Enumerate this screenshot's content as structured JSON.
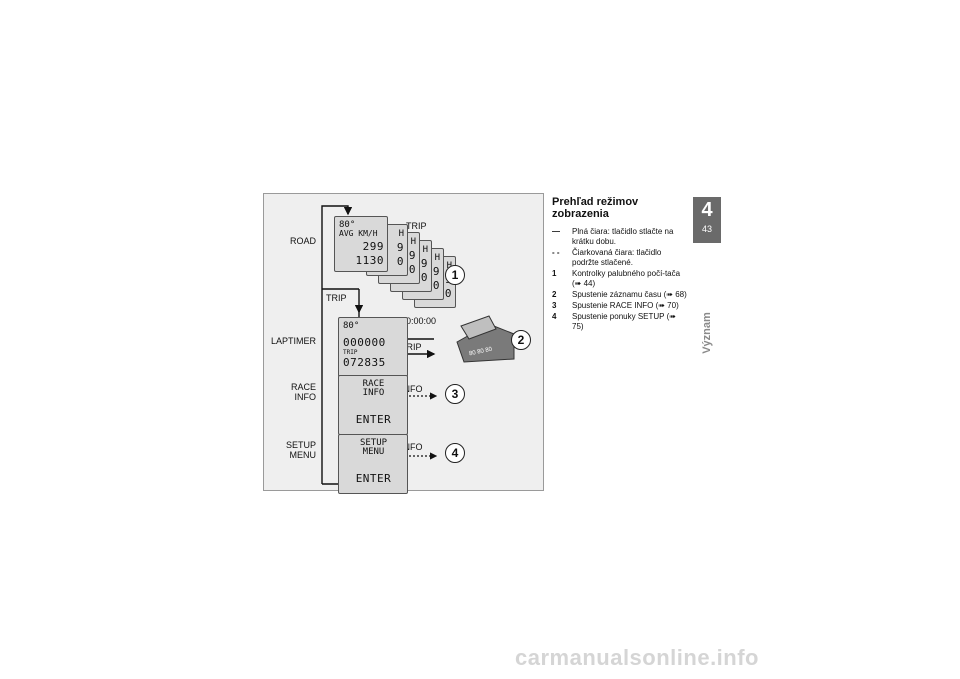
{
  "figure": {
    "modes": {
      "road": "ROAD",
      "laptimer": "LAPTIMER",
      "race_info": "RACE\nINFO",
      "setup_menu": "SETUP\nMENU"
    },
    "labels": {
      "trip": "TRIP",
      "info": "INFO",
      "time": "00:00:00"
    },
    "lcd": {
      "road": {
        "line1": "80°",
        "line2": "AVG  KM/H",
        "line3": "299",
        "line4": "1130"
      },
      "road_stack_segment": "H",
      "road_stack_digit": "9",
      "road_stack_zero": "0",
      "laptimer": {
        "line1": "80°",
        "line2": "000000",
        "line3": "072835",
        "line4": "TRIP"
      },
      "race_info": {
        "line1": "RACE",
        "line2": "INFO",
        "line3": "ENTER"
      },
      "setup_menu": {
        "line1": "SETUP",
        "line2": "MENU",
        "line3": "ENTER"
      },
      "handlebar_markings": "80 80 80"
    },
    "callouts": [
      "1",
      "2",
      "3",
      "4"
    ]
  },
  "text": {
    "heading": "Prehľad režimov zobrazenia",
    "legend": [
      {
        "key": "—",
        "text": "Plná čiara: tlačidlo stlačte na krátku dobu."
      },
      {
        "key": "- -",
        "text": "Čiarkovaná čiara: tlačidlo podržte stlačené."
      },
      {
        "key": "1",
        "text": "Kontrolky palubného počí-tača (➠ 44)"
      },
      {
        "key": "2",
        "text": "Spustenie záznamu času (➠ 68)"
      },
      {
        "key": "3",
        "text": "Spustenie RACE INFO (➠ 70)"
      },
      {
        "key": "4",
        "text": "Spustenie ponuky SETUP (➠ 75)"
      }
    ]
  },
  "chapter": {
    "number": "4",
    "page": "43",
    "title": "Význam"
  },
  "watermark": "carmanualsonline.info"
}
